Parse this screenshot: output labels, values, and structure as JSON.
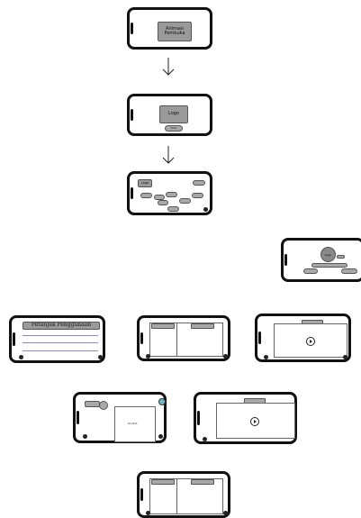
{
  "screens": {
    "splash": {
      "title": "Animasi Pembuka"
    },
    "logo_screen": {
      "logo": "Logo",
      "button": "Mulai"
    },
    "menu": {
      "logo": "Logo",
      "items": [
        "",
        "",
        "",
        "",
        "",
        "",
        "",
        ""
      ]
    },
    "popup": {
      "circle": "Logo"
    },
    "guide": {
      "title": "Petunjuk Penggunaan"
    },
    "split_a": {
      "left_tab": "",
      "right_tab": ""
    },
    "video_a": {
      "bar": ""
    },
    "mixed": {
      "pill": "",
      "text": "Rd Allah"
    },
    "video_b": {
      "bar": ""
    },
    "split_b": {
      "left_tab": "",
      "right_tab": ""
    }
  }
}
